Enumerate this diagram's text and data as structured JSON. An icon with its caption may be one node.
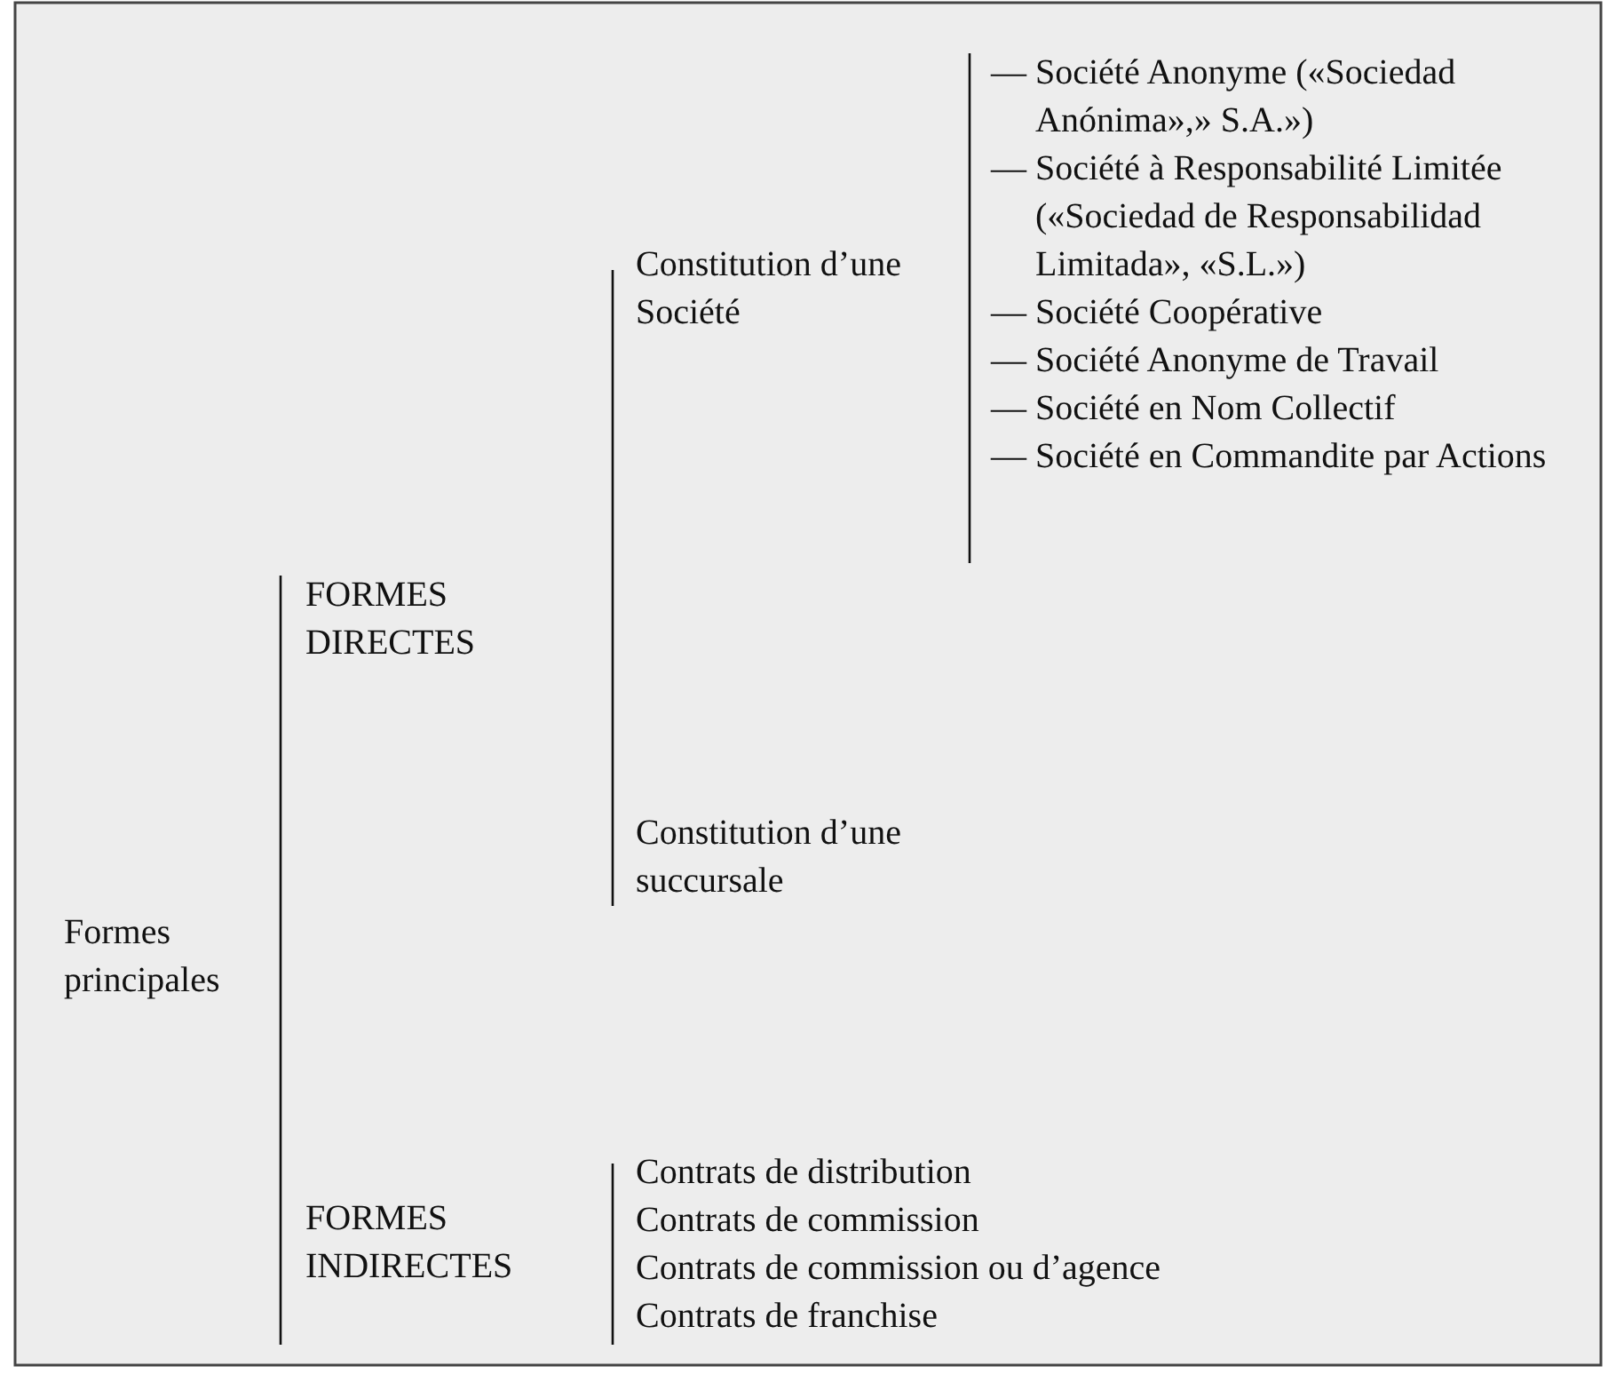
{
  "diagram": {
    "nodes": [
      {
        "text": [
          "Formes principales"
        ]
      },
      {
        "text": [
          "FORMES DIRECTES"
        ]
      },
      {
        "text": [
          "Constitution d’une Société"
        ]
      },
      {
        "text": [
          "— Société Anonyme («Sociedad Anónima»,» S.A.»)"
        ]
      },
      {
        "text": [
          "— Société à Responsabilité Limitée («Sociedad de Responsabilidad Limitada», «S.L.»)"
        ]
      },
      {
        "text": [
          "— Société Coopérative"
        ]
      },
      {
        "text": [
          "— Société Anonyme de Travail"
        ]
      },
      {
        "text": [
          "— Société en Nom Collectif"
        ]
      },
      {
        "text": [
          "— Société en Commandite par Actions"
        ]
      },
      {
        "text": [
          "Constitution d’une succursale"
        ]
      },
      {
        "text": [
          "FORMES INDIRECTES"
        ]
      },
      {
        "text": [
          "Contrats de distribution"
        ]
      },
      {
        "text": [
          "Contrats de commission"
        ]
      },
      {
        "text": [
          "Contrats de commission ou d’agence"
        ]
      },
      {
        "text": [
          "Contrats de franchise"
        ]
      }
    ]
  }
}
